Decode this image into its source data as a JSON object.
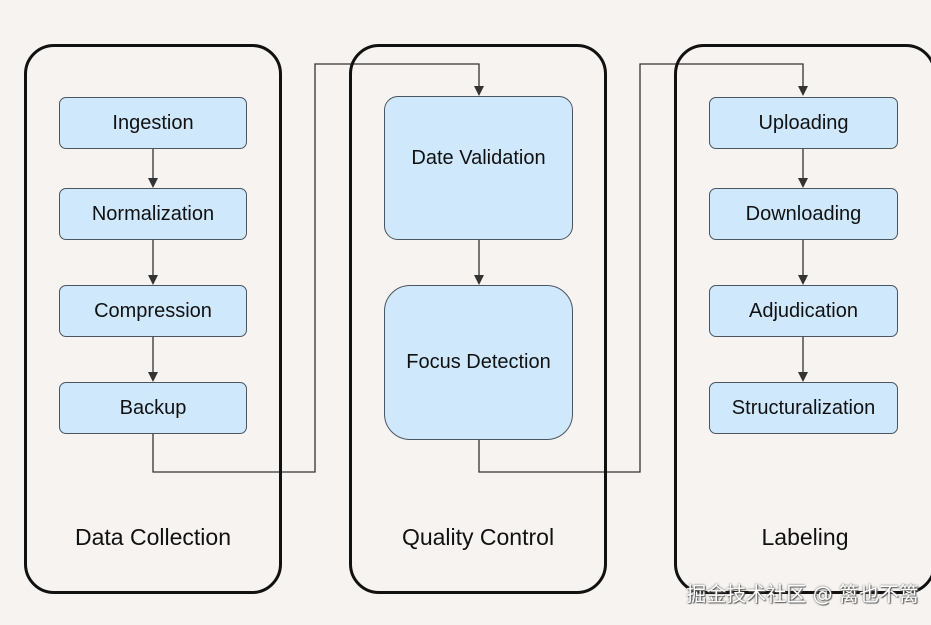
{
  "groups": {
    "data_collection": {
      "label": "Data Collection",
      "steps": [
        "Ingestion",
        "Normalization",
        "Compression",
        "Backup"
      ]
    },
    "quality_control": {
      "label": "Quality Control",
      "steps": [
        "Date Validation",
        "Focus Detection"
      ]
    },
    "labeling": {
      "label": "Labeling",
      "steps": [
        "Uploading",
        "Downloading",
        "Adjudication",
        "Structuralization"
      ]
    }
  },
  "watermark": "掘金技术社区 @ 篱也不篱",
  "colors": {
    "background": "#f7f3f0",
    "node_fill": "#cfe8fc",
    "group_border": "#111111",
    "connector": "#333333"
  }
}
